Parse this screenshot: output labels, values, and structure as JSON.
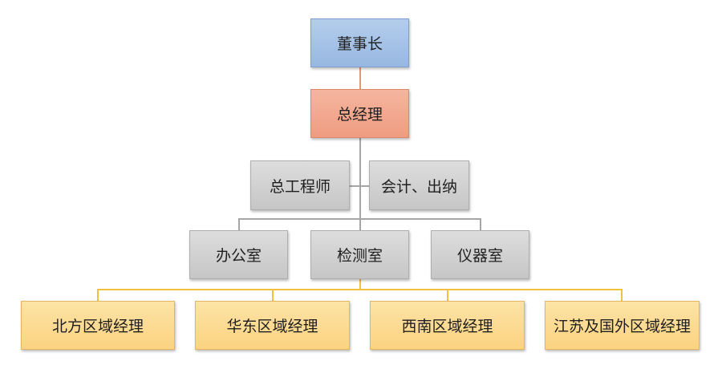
{
  "org_chart": {
    "chairman": "董事长",
    "general_manager": "总经理",
    "staff": [
      "总工程师",
      "会计、出纳"
    ],
    "departments": [
      "办公室",
      "检测室",
      "仪器室"
    ],
    "regions": [
      "北方区域经理",
      "华东区域经理",
      "西南区域经理",
      "江苏及国外区域经理"
    ]
  },
  "colors": {
    "chairman": "#a9c4e8",
    "general_manager": "#f2a88e",
    "staff_and_departments": "#d2d2d2",
    "regions": "#fcd98f",
    "connector_top": "#e5967a",
    "connector_middle": "#a6a6a6",
    "connector_bottom": "#f2bf3e"
  }
}
